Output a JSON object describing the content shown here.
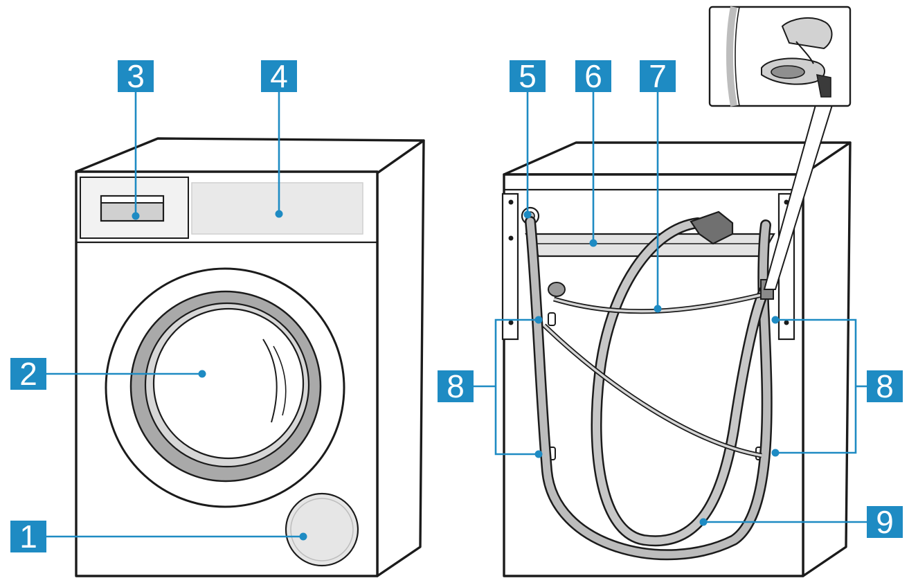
{
  "theme": {
    "accent": "#1E8BC3",
    "outline": "#1b1b1b",
    "panel": "#e9e9e9",
    "hose": "#b9b9b9"
  },
  "callouts": [
    {
      "id": "c1",
      "label": "1"
    },
    {
      "id": "c2",
      "label": "2"
    },
    {
      "id": "c3",
      "label": "3"
    },
    {
      "id": "c4",
      "label": "4"
    },
    {
      "id": "c5",
      "label": "5"
    },
    {
      "id": "c6",
      "label": "6"
    },
    {
      "id": "c7",
      "label": "7"
    },
    {
      "id": "c8-left",
      "label": "8"
    },
    {
      "id": "c8-right",
      "label": "8"
    },
    {
      "id": "c9",
      "label": "9"
    }
  ]
}
